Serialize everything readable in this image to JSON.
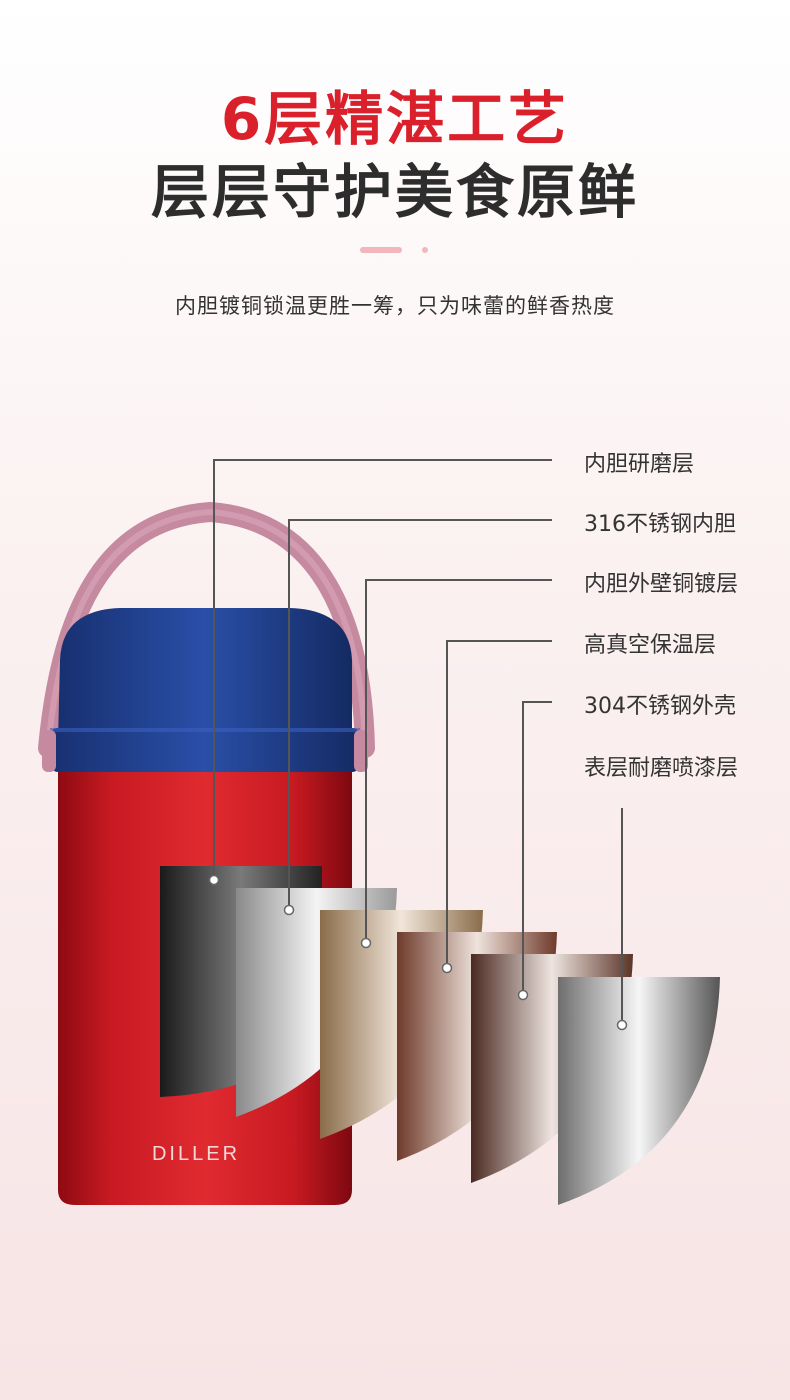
{
  "header": {
    "title_line1": "6层精湛工艺",
    "title_line2": "层层守护美食原鲜",
    "subtitle": "内胆镀铜锁温更胜一筹，只为味蕾的鲜香热度"
  },
  "brand": "DILLER",
  "layers": [
    {
      "label": "内胆研磨层"
    },
    {
      "label": "316不锈钢内胆"
    },
    {
      "label": "内胆外壁铜镀层"
    },
    {
      "label": "高真空保温层"
    },
    {
      "label": "304不锈钢外壳"
    },
    {
      "label": "表层耐磨喷漆层"
    }
  ],
  "colors": {
    "title_red": "#d9202b",
    "title_dark": "#2d2d2d",
    "body_red": "#c8161f",
    "lid_blue": "#1f3f8f",
    "handle_pink": "#c78a9e"
  }
}
